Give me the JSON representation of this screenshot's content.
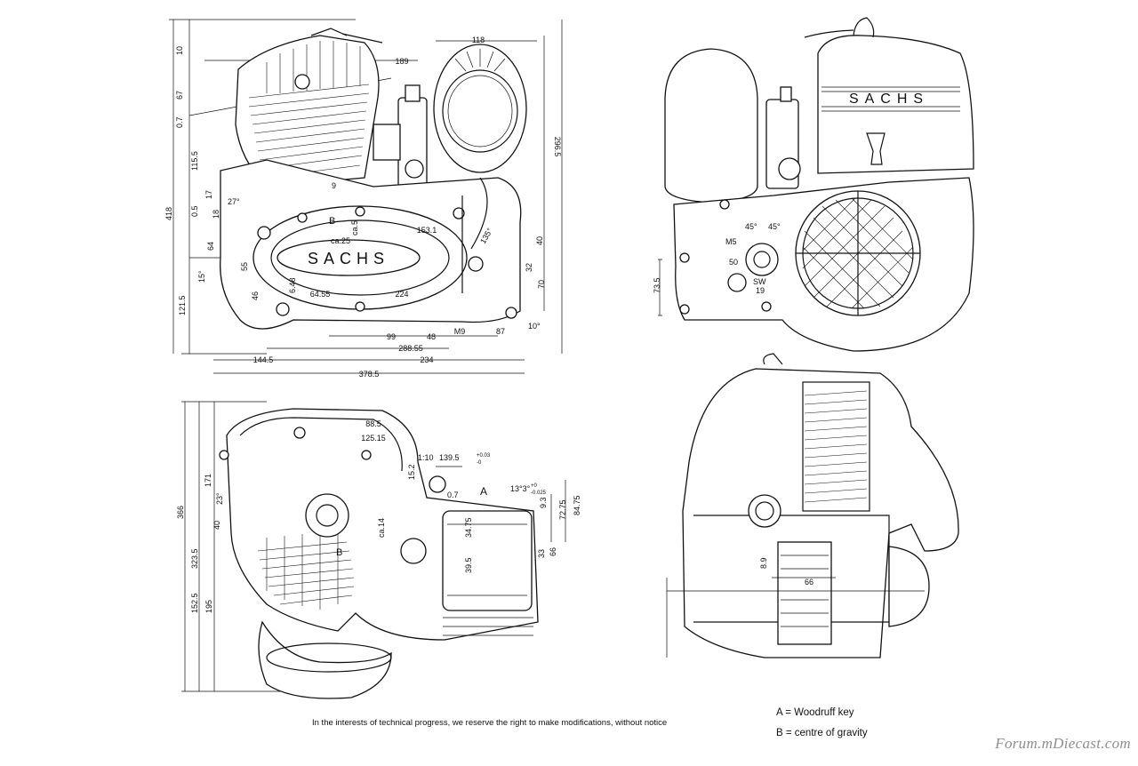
{
  "brand": "SACHS",
  "footer_note": "In the interests of technical progress, we reserve the right to make modifications, without notice",
  "legend": {
    "a": "A = Woodruff  key",
    "b": "B = centre  of  gravity"
  },
  "watermark": "Forum.mDiecast.com",
  "views": {
    "top_left": {
      "labels": [
        "118",
        "189",
        "296.5",
        "10",
        "67",
        "0.7",
        "115.5",
        "0.5",
        "17",
        "18",
        "64",
        "15°",
        "55",
        "46",
        "121.5",
        "418",
        "64.55",
        "224",
        "153.1",
        "135°",
        "40",
        "32",
        "70",
        "99",
        "48",
        "288.55",
        "M9",
        "87",
        "10°",
        "144.5",
        "234",
        "378.5",
        "B",
        "ca.25",
        "ca.5",
        "6.48",
        "27°",
        "9"
      ]
    },
    "top_right": {
      "labels": [
        "45°",
        "45°",
        "M5",
        "50",
        "SW",
        "19",
        "73.5"
      ]
    },
    "bottom_left": {
      "labels": [
        "88.5",
        "125.15",
        "1:10",
        "139.5",
        "+0.03",
        "-0",
        "15.2",
        "0.7",
        "A",
        "13°3°",
        "+0",
        "-0.025",
        "9.3",
        "72.75",
        "84.75",
        "171",
        "40",
        "23°",
        "ca.14",
        "34.75",
        "39.5",
        "33",
        "66",
        "366",
        "323.5",
        "152.5",
        "195",
        "B"
      ]
    },
    "bottom_right": {
      "labels": [
        "8.9",
        "66"
      ]
    }
  }
}
